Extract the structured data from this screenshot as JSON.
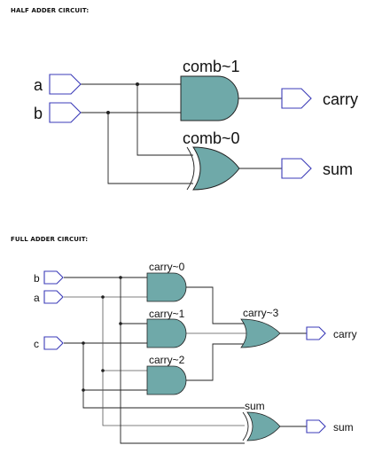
{
  "half_adder": {
    "title": "HALF ADDER CIRCUIT:",
    "inputs": {
      "a": "a",
      "b": "b"
    },
    "outputs": {
      "carry": "carry",
      "sum": "sum"
    },
    "gates": {
      "and_gate": "comb~1",
      "xor_gate": "comb~0"
    }
  },
  "full_adder": {
    "title": "FULL ADDER CIRCUIT:",
    "inputs": {
      "b": "b",
      "a": "a",
      "c": "c"
    },
    "outputs": {
      "carry": "carry",
      "sum": "sum"
    },
    "gates": {
      "and0": "carry~0",
      "and1": "carry~1",
      "and2": "carry~2",
      "or3": "carry~3",
      "xor_sum": "sum"
    }
  },
  "colors": {
    "gate_fill": "#6fa9a9",
    "pin_stroke": "#3b3bb8",
    "wire": "#222222"
  },
  "icons": {
    "input_pin": "input-pin-icon",
    "output_pin": "output-pin-icon",
    "and_gate": "and-gate-icon",
    "xor_gate": "xor-gate-icon",
    "or_gate": "or-gate-icon"
  }
}
